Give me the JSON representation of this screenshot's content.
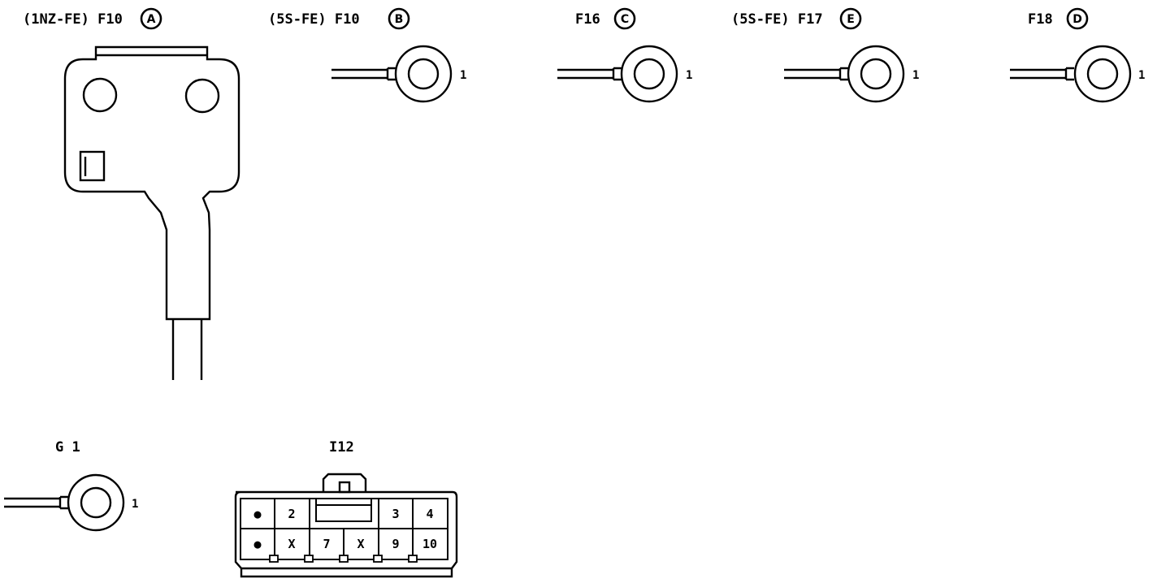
{
  "connectors": {
    "f10_a": {
      "label": "(1NZ-FE) F10",
      "badge": "A"
    },
    "f10_b": {
      "label": "(5S-FE) F10",
      "badge": "B",
      "pin": "1"
    },
    "f16": {
      "label": "F16",
      "badge": "C",
      "pin": "1"
    },
    "f17": {
      "label": "(5S-FE) F17",
      "badge": "E",
      "pin": "1"
    },
    "f18": {
      "label": "F18",
      "badge": "D",
      "pin": "1"
    },
    "g1": {
      "label": "G 1",
      "pin": "1"
    },
    "i12": {
      "label": "I12",
      "top_row": [
        "●",
        "2",
        "3",
        "4"
      ],
      "bottom_row": [
        "●",
        "X",
        "7",
        "X",
        "9",
        "10"
      ]
    }
  }
}
